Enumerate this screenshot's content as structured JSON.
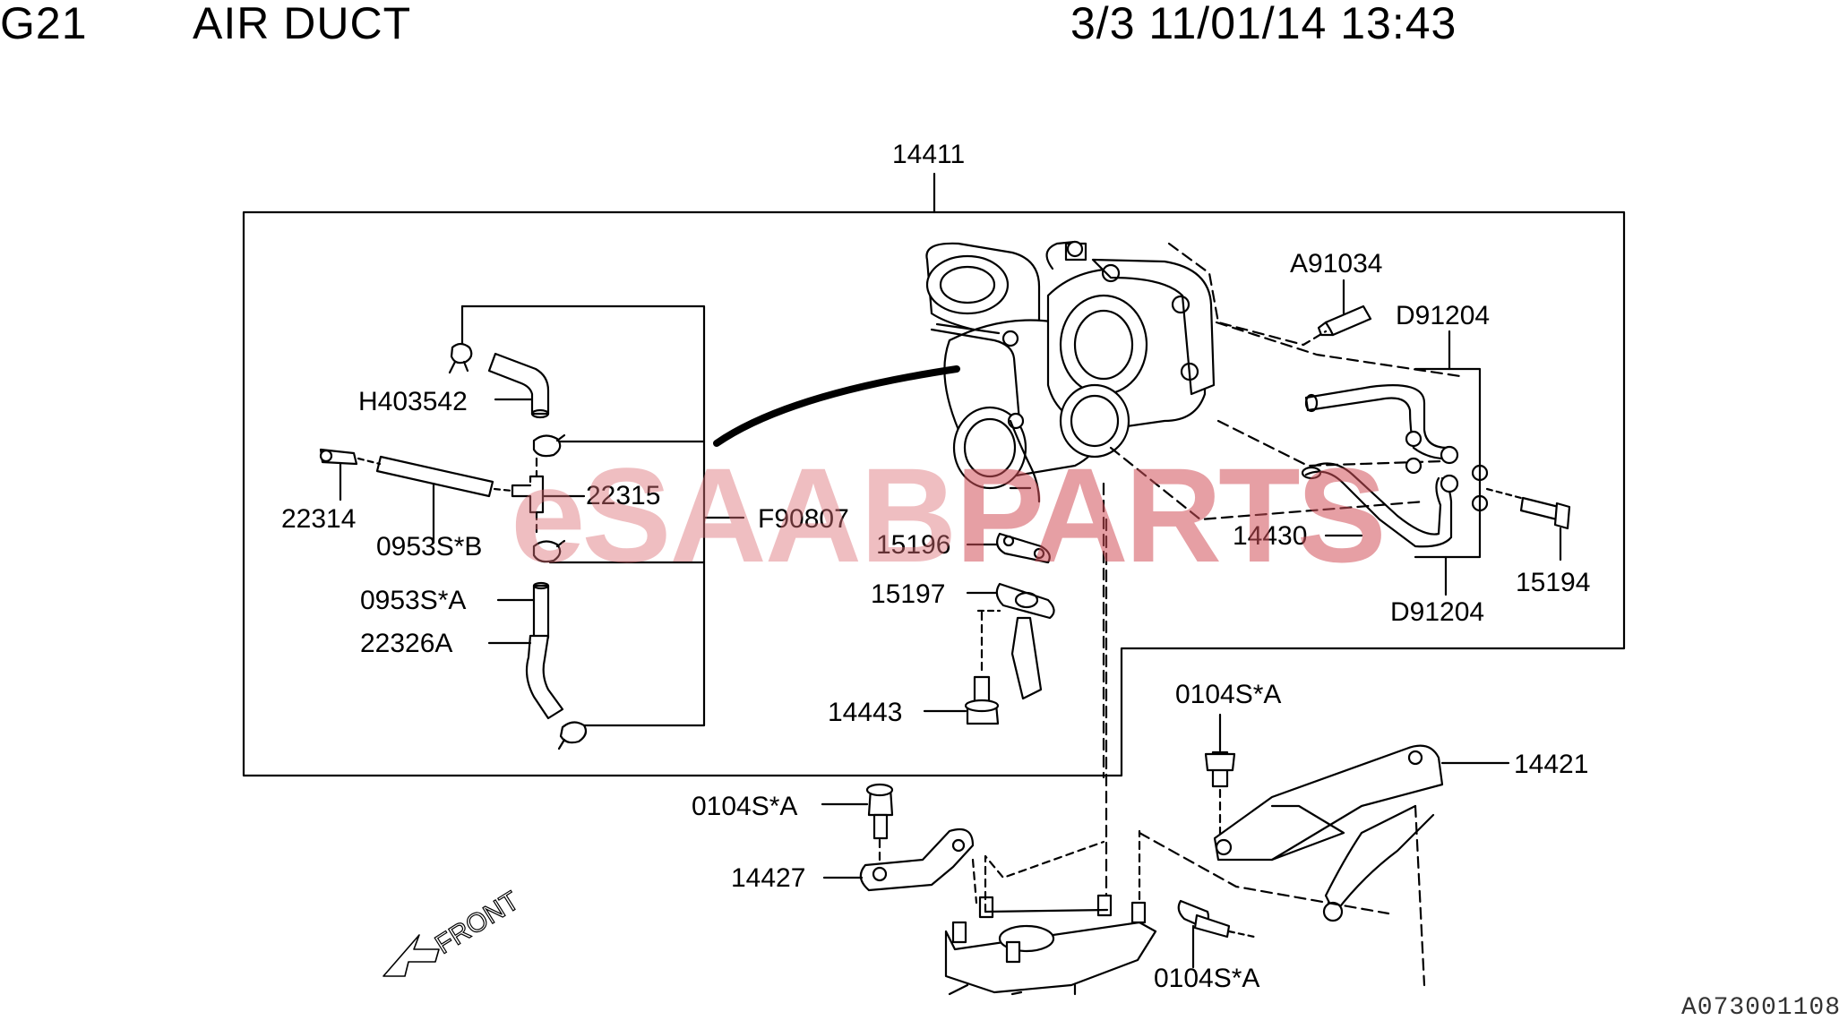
{
  "header": {
    "group": "G21",
    "title": "AIR DUCT",
    "page_info": "3/3 11/01/14 13:43"
  },
  "watermark": {
    "text_e": "e",
    "text_saab": "SAAB",
    "text_parts": "PARTS",
    "color": "#dc6e76"
  },
  "parts": {
    "p14411": "14411",
    "pA91034": "A91034",
    "pD91204_top": "D91204",
    "pH403542": "H403542",
    "p22315": "22315",
    "pF90807": "F90807",
    "p22314": "22314",
    "p0953SB": "0953S*B",
    "p15196": "15196",
    "p14430": "14430",
    "p15194": "15194",
    "pD91204_bottom": "D91204",
    "p15197": "15197",
    "p0953SA": "0953S*A",
    "p22326A": "22326A",
    "p14443": "14443",
    "p0104SA_1": "0104S*A",
    "p14421": "14421",
    "p0104SA_2": "0104S*A",
    "p14427": "14427",
    "p0104SA_3": "0104S*A"
  },
  "front_label": "FRONT",
  "diagram_code": "A073001108"
}
